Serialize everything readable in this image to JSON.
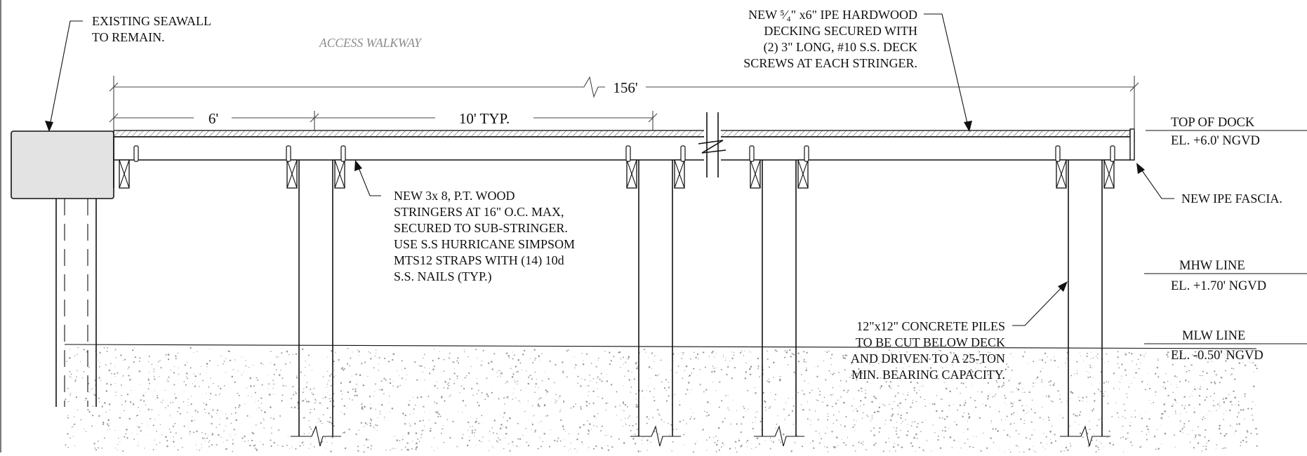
{
  "labels": {
    "seawall": [
      "EXISTING SEAWALL",
      "TO REMAIN."
    ],
    "walkway": "ACCESS WALKWAY",
    "decking": [
      "NEW ⁵⁄₄\" x6\" IPE HARDWOOD",
      "DECKING  SECURED WITH",
      "(2) 3\" LONG, #10 S.S. DECK",
      "SCREWS AT EACH STRINGER."
    ],
    "stringers": [
      "NEW 3x 8, P.T. WOOD",
      "STRINGERS AT 16\" O.C. MAX,",
      "SECURED TO SUB-STRINGER.",
      "USE S.S HURRICANE SIMPSOM",
      "MTS12 STRAPS WITH (14) 10d",
      "S.S. NAILS (TYP.)"
    ],
    "piles": [
      "12\"x12\" CONCRETE PILES",
      "TO BE CUT BELOW DECK",
      "AND DRIVEN TO A 25-TON",
      "MIN. BEARING CAPACITY."
    ],
    "fascia": "NEW  IPE FASCIA."
  },
  "dimensions": {
    "overall": "156'",
    "first_bay": "6'",
    "typical_bay": "10' TYP."
  },
  "levels": {
    "top_of_dock": [
      "TOP OF DOCK",
      "EL. +6.0' NGVD"
    ],
    "mhw": [
      "MHW LINE",
      "EL. +1.70' NGVD"
    ],
    "mlw": [
      "MLW LINE",
      "EL. -0.50' NGVD"
    ]
  }
}
